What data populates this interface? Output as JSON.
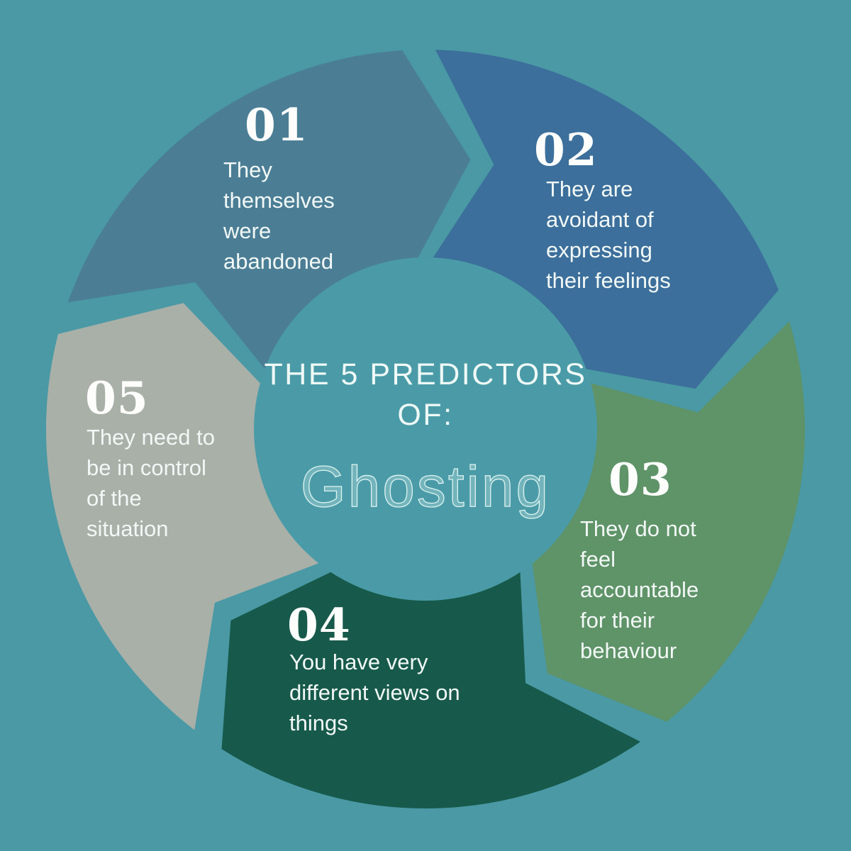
{
  "background": "#4A99A5",
  "center": {
    "circle_color": "#4A9BA7",
    "title_lines": [
      "THE 5 PREDICTORS",
      "OF:"
    ],
    "highlight": "Ghosting",
    "title_color": "#EFF9F7"
  },
  "segments": [
    {
      "number": "01",
      "color": "#4B7E95",
      "label_lines": [
        "They",
        "themselves",
        "were",
        "abandoned"
      ]
    },
    {
      "number": "02",
      "color": "#3C6F9B",
      "label_lines": [
        "They are",
        "avoidant of",
        "expressing",
        "their feelings"
      ]
    },
    {
      "number": "03",
      "color": "#5F9368",
      "label_lines": [
        "They do not",
        "feel",
        "accountable",
        "for their",
        "behaviour"
      ]
    },
    {
      "number": "04",
      "color": "#175A4B",
      "label_lines": [
        "You have very",
        "different views on",
        "things"
      ]
    },
    {
      "number": "05",
      "color": "#A9B0A8",
      "label_lines": [
        "They need to",
        "be in control",
        "of the",
        "situation"
      ]
    }
  ],
  "flow": "clockwise",
  "text_color": "#F2F8F6"
}
